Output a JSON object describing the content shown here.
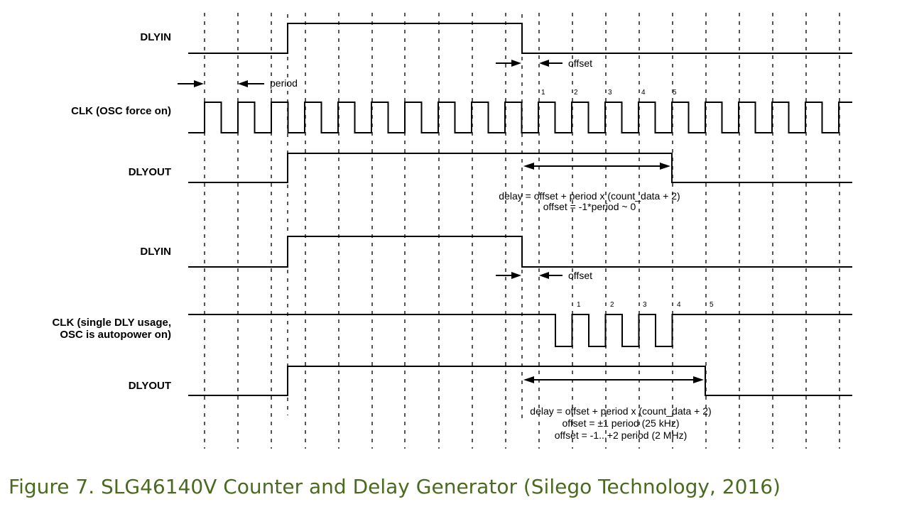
{
  "upper": {
    "dlyin_label": "DLYIN",
    "clk_label": "CLK (OSC force on)",
    "dlyout_label": "DLYOUT",
    "period_label": "period",
    "offset_label": "offset",
    "pulse_numbers": [
      "1",
      "2",
      "3",
      "4",
      "5"
    ],
    "formula_line1": "delay = offset + period x (count_data + 2)",
    "formula_line2": "offset = -1*period ~ 0"
  },
  "lower": {
    "dlyin_label": "DLYIN",
    "clk_label_line1": "CLK (single DLY usage,",
    "clk_label_line2": "OSC is autopower on)",
    "dlyout_label": "DLYOUT",
    "offset_label": "offset",
    "pulse_numbers": [
      "1",
      "2",
      "3",
      "4",
      "5"
    ],
    "formula_line1": "delay = offset + period x (count_data + 2)",
    "formula_line2": "offset = ±1 period (25 kHz)",
    "formula_line3": "offset = -1...+2 period (2 MHz)"
  },
  "caption": "Figure 7. SLG46140V Counter and Delay Generator (Silego Technology, 2016)",
  "colors": {
    "caption": "#4a6b1f",
    "trace": "#000000"
  }
}
